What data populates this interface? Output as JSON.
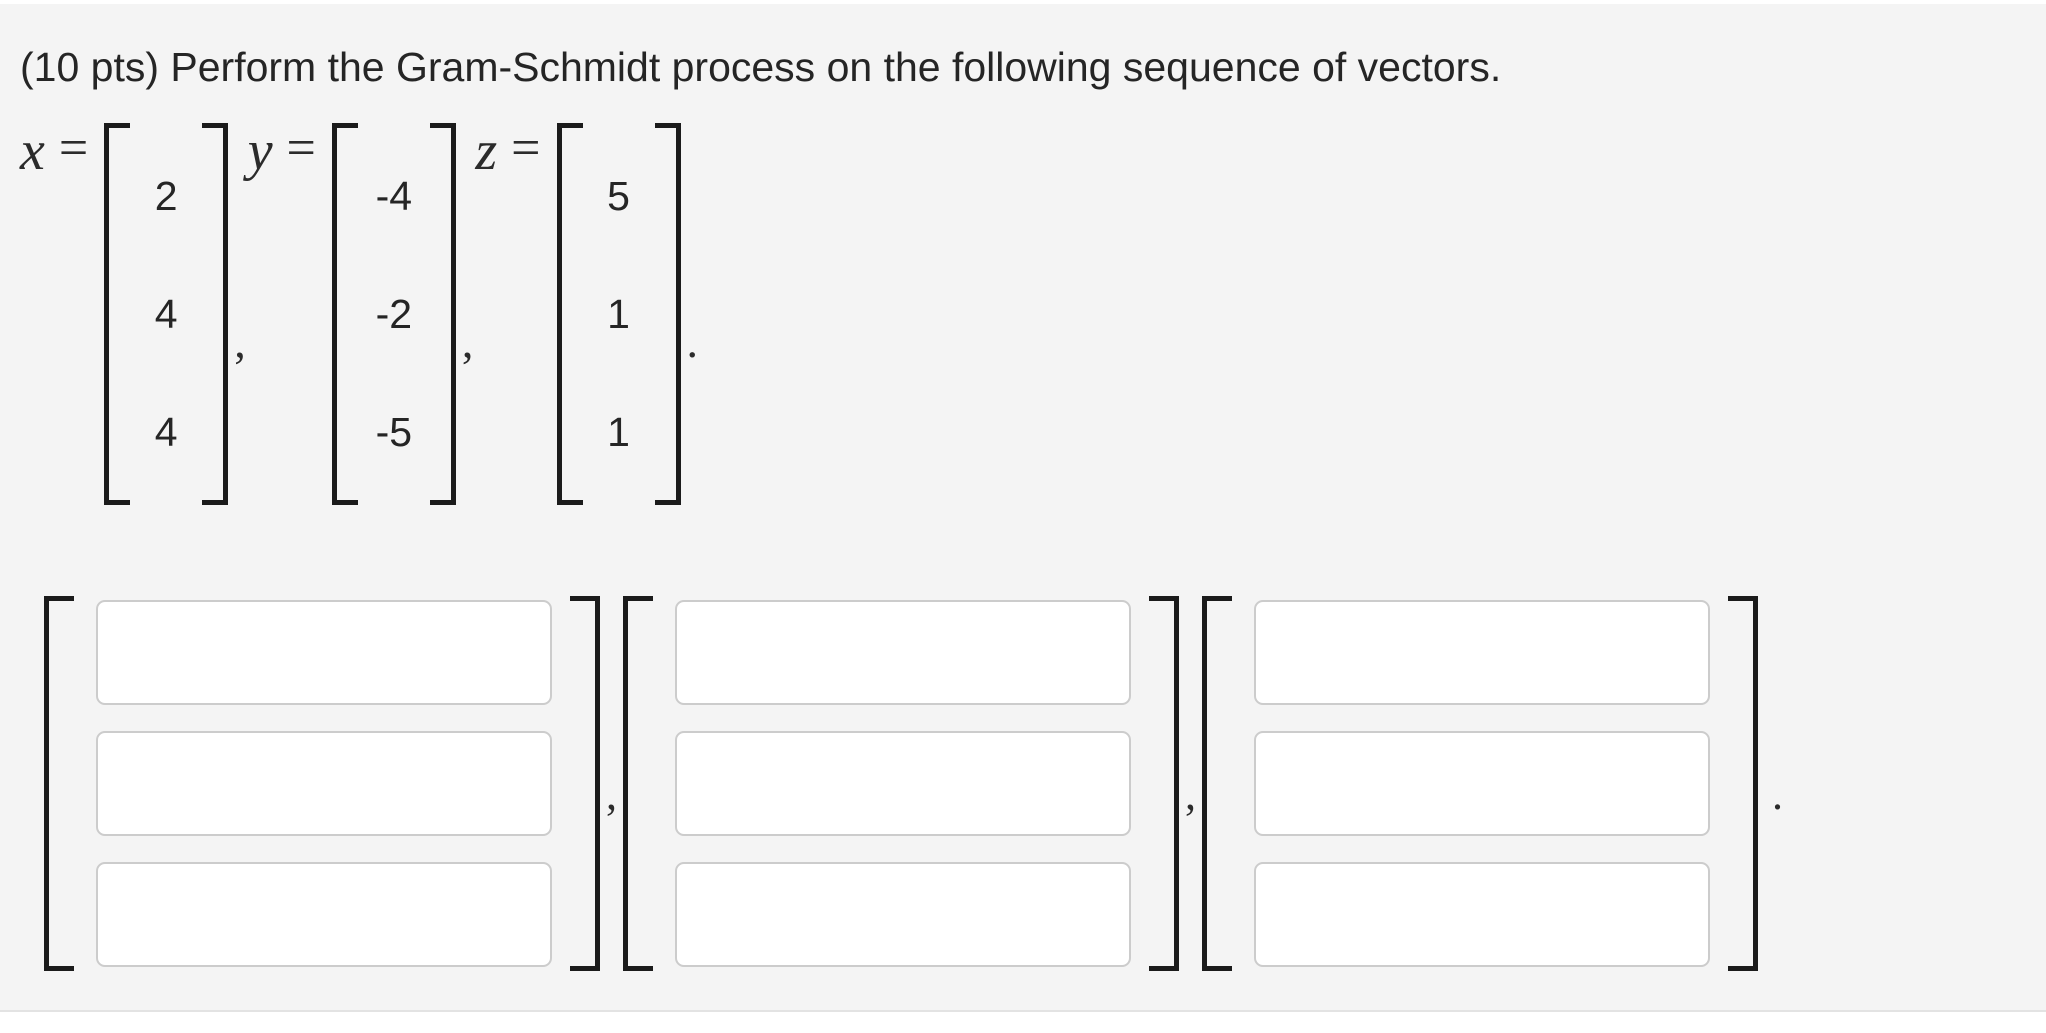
{
  "question": {
    "prompt": "(10 pts) Perform the Gram-Schmidt process on the following sequence of vectors.",
    "points": "10 pts"
  },
  "given_vectors": [
    {
      "name": "x",
      "equals": "=",
      "entries": [
        "2",
        "4",
        "4"
      ],
      "separator": ","
    },
    {
      "name": "y",
      "equals": "=",
      "entries": [
        "-4",
        "-2",
        "-5"
      ],
      "separator": ","
    },
    {
      "name": "z",
      "equals": "=",
      "entries": [
        "5",
        "1",
        "1"
      ],
      "separator": "."
    }
  ],
  "answer_vectors": [
    {
      "entries": [
        "",
        "",
        ""
      ],
      "placeholders": [
        "",
        "",
        ""
      ],
      "separator": ","
    },
    {
      "entries": [
        "",
        "",
        ""
      ],
      "placeholders": [
        "",
        "",
        ""
      ],
      "separator": ","
    },
    {
      "entries": [
        "",
        "",
        ""
      ],
      "placeholders": [
        "",
        "",
        ""
      ],
      "separator": "."
    }
  ],
  "colors": {
    "panel_background": "#f4f4f4",
    "page_background": "#ffffff",
    "text": "#252525",
    "bracket": "#1b1b1b",
    "input_border": "#cccccc",
    "input_background": "#ffffff",
    "panel_divider": "#e3e3e3"
  }
}
